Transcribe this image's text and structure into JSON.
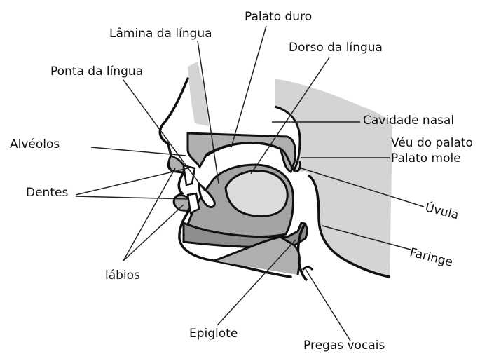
{
  "labels": {
    "palato_duro": "Palato duro",
    "lamina_da_lingua": "Lâmina da língua",
    "dorso_da_lingua": "Dorso da língua",
    "ponta_da_lingua": "Ponta da língua",
    "cavidade_nasal": "Cavidade nasal",
    "alveolos": "Alvéolos",
    "veu_do_palato": "Véu do palato",
    "palato_mole": "Palato mole",
    "dentes": "Dentes",
    "uvula": "Úvula",
    "faringe": "Faringe",
    "labios": "lábios",
    "epiglote": "Epiglote",
    "pregas_vocais": "Pregas vocais"
  },
  "colors": {
    "outline": "#111111",
    "light_gray": "#d4d4d4",
    "medium_gray": "#b0b0b0",
    "dark_gray": "#8e8e8e",
    "leader_line": "#222222"
  }
}
